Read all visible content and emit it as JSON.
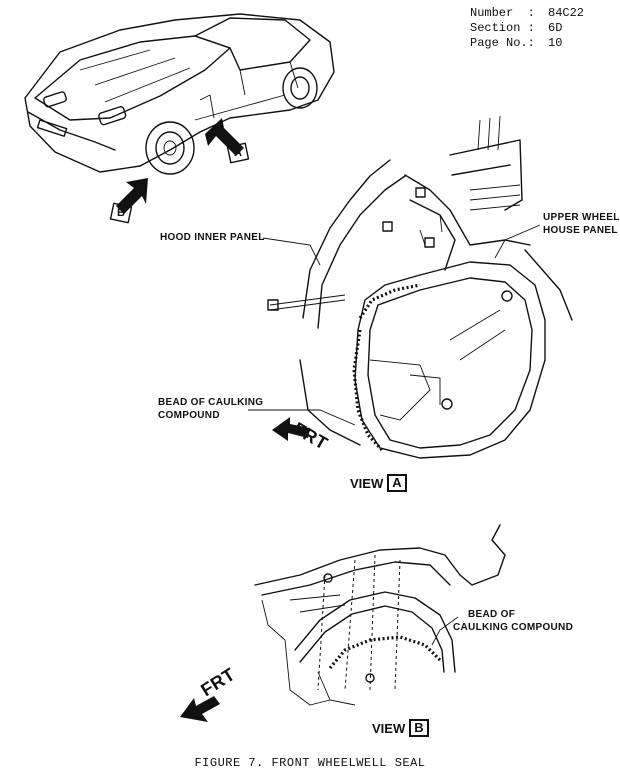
{
  "header": {
    "number_label": "Number  :",
    "number_value": "84C22",
    "section_label": "Section :",
    "section_value": "6D",
    "page_label": "Page No.:",
    "page_value": "10"
  },
  "callouts": {
    "view_a_marker": "A",
    "view_b_marker": "B",
    "hood_inner_panel": "HOOD INNER PANEL",
    "upper_wheel_house_panel_line1": "UPPER WHEEL",
    "upper_wheel_house_panel_line2": "HOUSE PANEL",
    "bead_caulking_a_line1": "BEAD OF CAULKING",
    "bead_caulking_a_line2": "COMPOUND",
    "bead_caulking_b_line1": "BEAD OF",
    "bead_caulking_b_line2": "CAULKING COMPOUND",
    "frt_a": "FRT",
    "frt_b": "FRT",
    "view_a_word": "VIEW",
    "view_a_letter": "A",
    "view_b_word": "VIEW",
    "view_b_letter": "B"
  },
  "caption": "FIGURE 7.   FRONT WHEELWELL SEAL",
  "icons": {
    "car": "car-outline-icon",
    "arrow": "pointer-arrow-icon"
  }
}
